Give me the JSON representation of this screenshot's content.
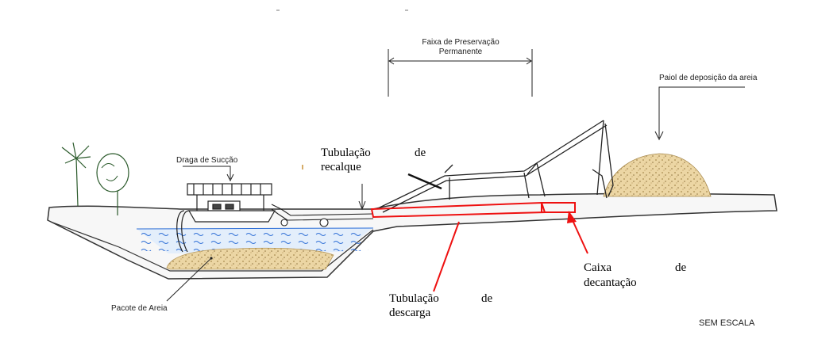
{
  "labels": {
    "faixa_line1": "Faixa de Preservação",
    "faixa_line2": "Permanente",
    "paiol": "Paiol de deposição da areia",
    "draga": "Draga de Sucção",
    "pacote": "Pacote de Areia",
    "recalque_word1": "Tubulação",
    "recalque_word2": "de",
    "recalque_word3": "recalque",
    "descarga_word1": "Tubulação",
    "descarga_word2": "de",
    "descarga_word3": "descarga",
    "caixa_word1": "Caixa",
    "caixa_word2": "de",
    "caixa_word3": "decantação",
    "escala": "SEM ESCALA"
  },
  "colors": {
    "highlight": "#ee1111",
    "water": "#2f6fd6",
    "sand": "#e7cf98",
    "ink": "#333333"
  }
}
